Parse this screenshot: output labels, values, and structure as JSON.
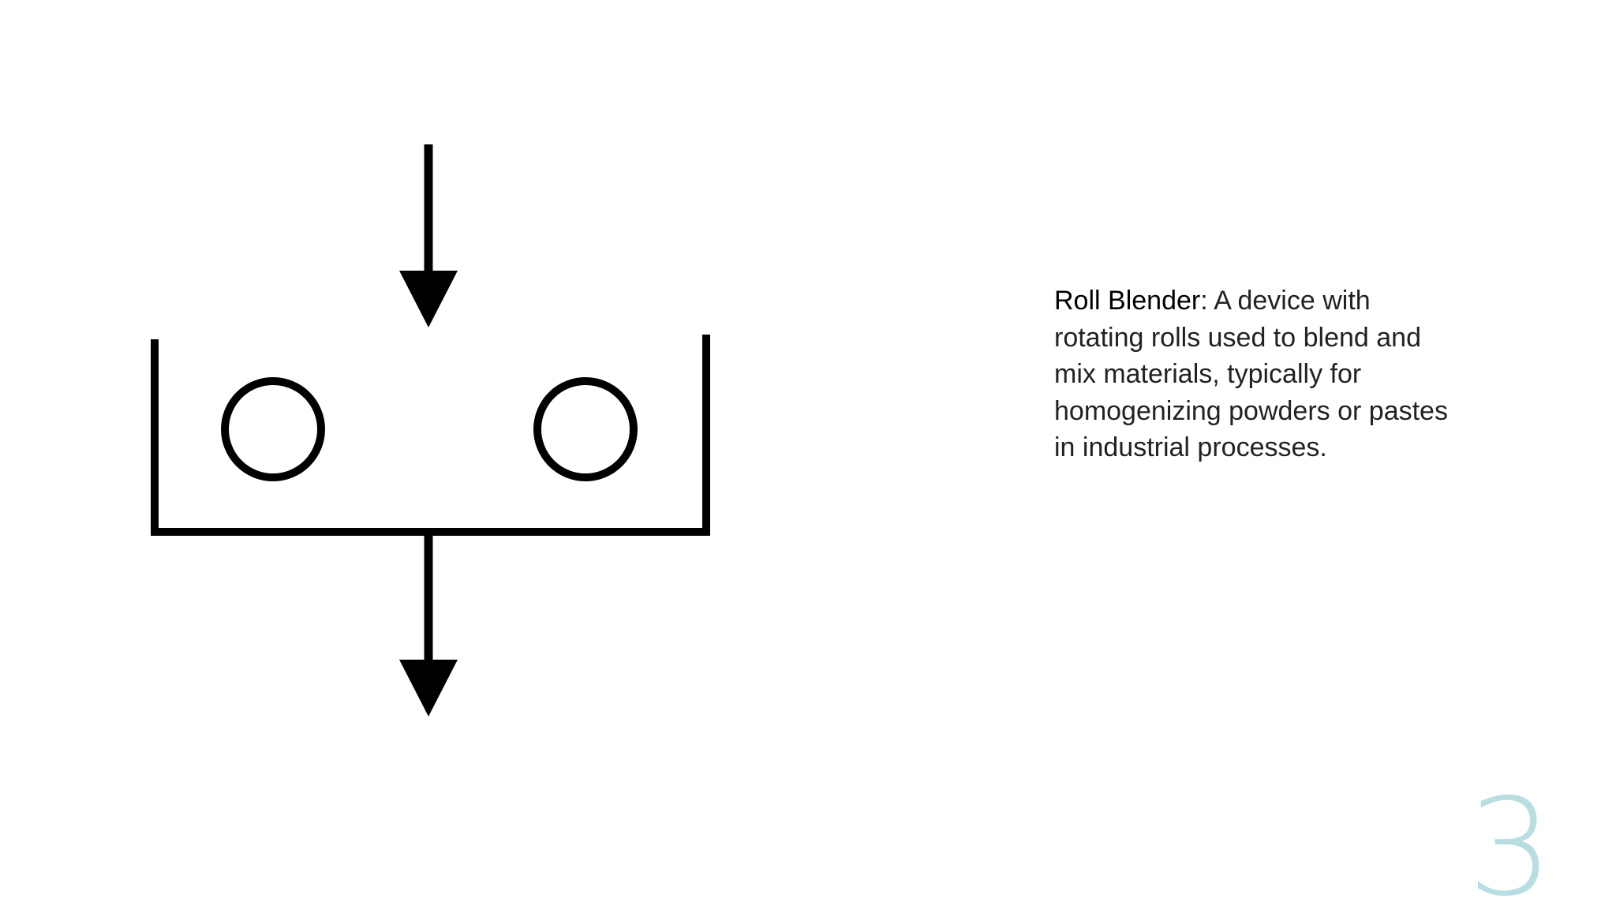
{
  "description": {
    "term": "Roll Blender",
    "separator": ":",
    "text": " A device with rotating rolls used to blend and mix materials, typically for homogenizing powders or pastes in industrial processes."
  },
  "page_number": "3",
  "colors": {
    "stroke": "#000000",
    "text": "#222222",
    "page_number": "#7fc4c9"
  }
}
